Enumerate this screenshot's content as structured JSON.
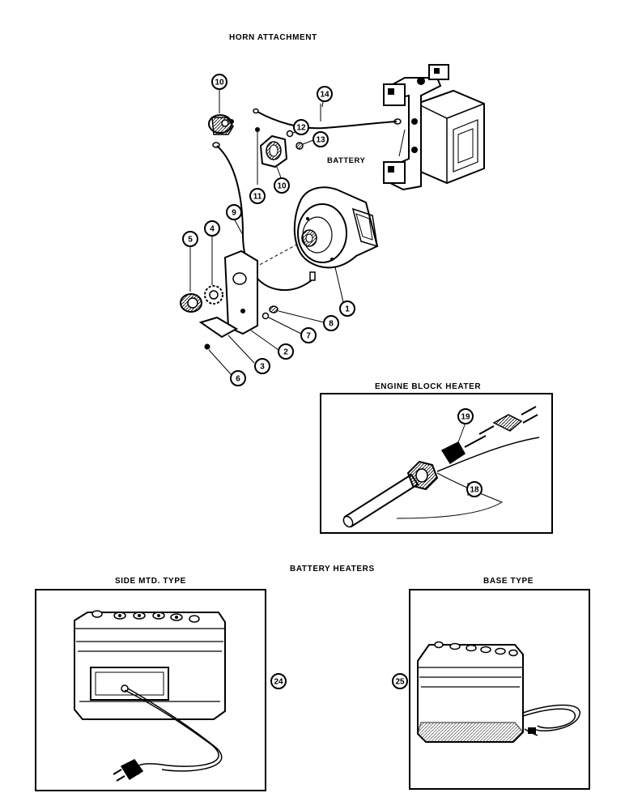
{
  "titles": {
    "horn": "HORN ATTACHMENT",
    "engine_heater": "ENGINE BLOCK HEATER",
    "battery_heaters": "BATTERY HEATERS",
    "side_mtd": "SIDE MTD. TYPE",
    "base_type": "BASE TYPE"
  },
  "labels": {
    "battery": "BATTERY"
  },
  "callouts": {
    "c1": "1",
    "c2": "2",
    "c3": "3",
    "c4": "4",
    "c5": "5",
    "c6": "6",
    "c7": "7",
    "c8": "8",
    "c9": "9",
    "c10a": "10",
    "c10b": "10",
    "c11": "11",
    "c12": "12",
    "c13": "13",
    "c14": "14",
    "c18": "18",
    "c19": "19",
    "c24": "24",
    "c25": "25"
  }
}
